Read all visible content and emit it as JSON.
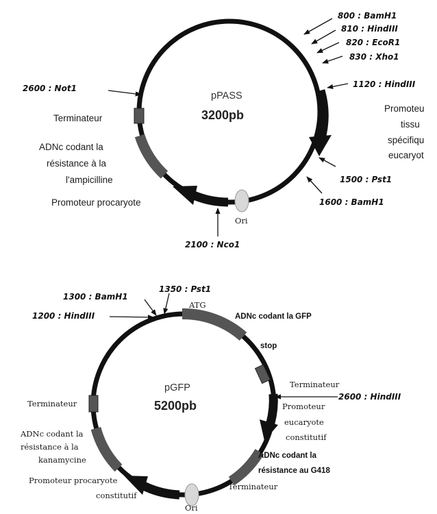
{
  "ppass": {
    "name": "pPASS",
    "size": "3200pb",
    "sites": {
      "bamh1_800": "800 : BamH1",
      "hindiii_810": "810 : HindIII",
      "ecor1_820": "820 : EcoR1",
      "xho1_830": "830 : Xho1",
      "hindiii_1120": "1120 : HindIII",
      "pst1_1500": "1500 : Pst1",
      "bamh1_1600": "1600 : BamH1",
      "nco1_2100": "2100 : Nco1",
      "not1_2600": "2600 : Not1"
    },
    "features": {
      "terminator": "Terminateur",
      "resistance_line1": "ADNc codant la",
      "resistance_line2": "résistance à la",
      "resistance_line3": "l'ampicilline",
      "prok_promoter": "Promoteur procaryote",
      "tissue_promoter_line1": "Promoteu",
      "tissue_promoter_line2": "tissu",
      "tissue_promoter_line3": "spécifiqu",
      "tissue_promoter_line4": "eucaryot",
      "ori": "Ori"
    }
  },
  "pgfp": {
    "name": "pGFP",
    "size": "5200pb",
    "sites": {
      "bamh1_1300": "1300 : BamH1",
      "pst1_1350": "1350 : Pst1",
      "hindiii_1200": "1200 : HindIII",
      "hindiii_2600": "2600 : HindIII"
    },
    "features": {
      "atg": "ATG",
      "gfp": "ADNc codant la GFP",
      "stop": "stop",
      "terminator_right": "Terminateur",
      "euk_promoter_line1": "Promoteur",
      "euk_promoter_line2": "eucaryote",
      "euk_promoter_line3": "constitutif",
      "g418_line1": "ADNc codant la",
      "g418_line2": "résistance au G418",
      "terminator_bottom": "Terminateur",
      "ori": "Ori",
      "prok_promoter_line1": "Promoteur procaryote",
      "prok_promoter_line2": "constitutif",
      "kana_line1": "ADNc codant la",
      "kana_line2": "résistance à la",
      "kana_line3": "kanamycine",
      "terminator_left": "Terminateur"
    }
  },
  "colors": {
    "backbone": "#111111",
    "feature_box": "#555555",
    "ori": "#d8d8d8"
  }
}
